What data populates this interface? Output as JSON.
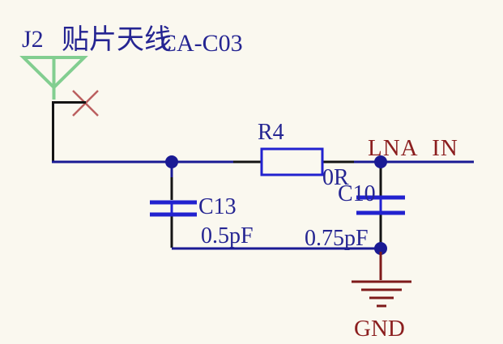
{
  "header": {
    "designator": "J2",
    "antenna_name": "贴片天线",
    "part_number": "CA-C03"
  },
  "resistor_r4": {
    "designator": "R4",
    "value": "0R"
  },
  "capacitor_c13": {
    "designator": "C13",
    "value": "0.5pF"
  },
  "capacitor_c10": {
    "designator": "C10",
    "value": "0.75pF"
  },
  "net_label": {
    "lna_in": "LNA IN"
  },
  "power_port": {
    "gnd": "GND"
  },
  "colors": {
    "background": "#faf8ef",
    "wire": "#1a1a94",
    "component_body": "#2222cf",
    "pin": "#141414",
    "designator_text": "#252592",
    "net_text": "#8b1e1e",
    "antenna_green": "#82ce90",
    "no_erc_cross": "#bb5f5f"
  }
}
